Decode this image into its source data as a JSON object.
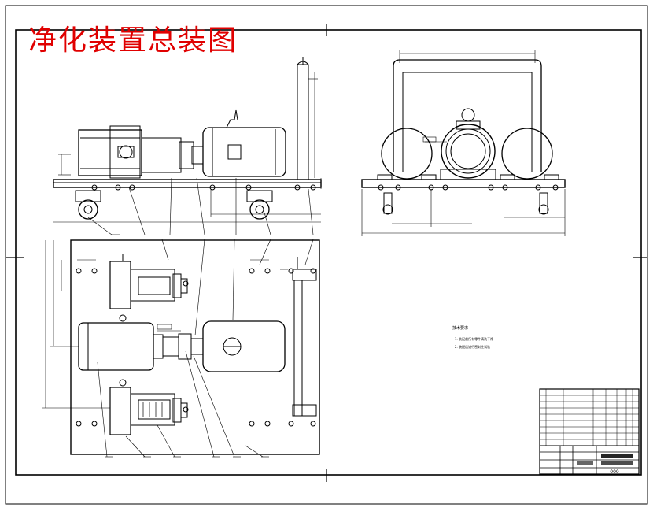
{
  "banner_title": "净化装置总装图",
  "tech_req_heading": "技术要求",
  "tech_req_line1": "1. 装配前所有零件清洗干净",
  "tech_req_line2": "2. 装配后进行密封性试验",
  "title_block_drawing_no": "000",
  "colors": {
    "line": "#000000",
    "title": "#e00000",
    "background": "#ffffff"
  }
}
